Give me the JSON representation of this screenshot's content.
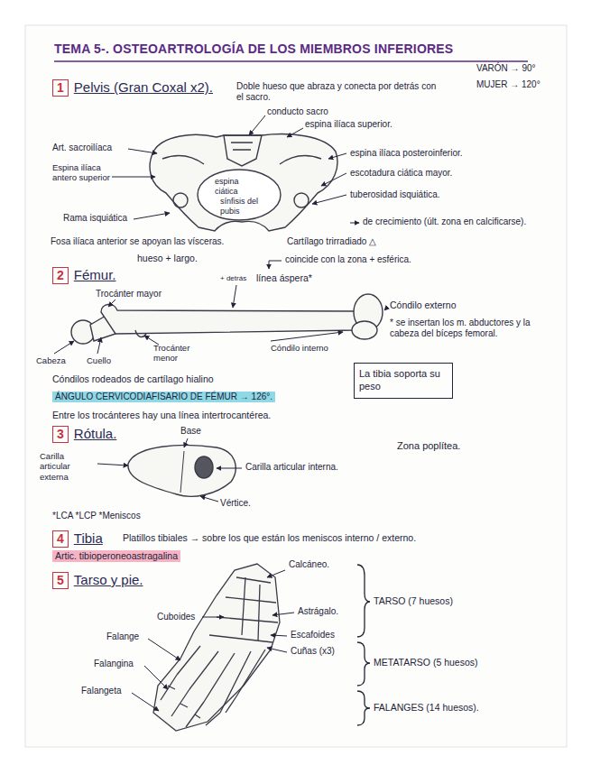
{
  "diagram": {
    "title": "TEMA 5-. OSTEOARTROLOGÍA DE LOS MIEMBROS INFERIORES",
    "nodes": [
      {
        "text": [
          "1",
          "Pelvis (Gran Coxal x2)."
        ]
      },
      {
        "text": [
          "2",
          "Fémur."
        ]
      },
      {
        "text": [
          "3",
          "Rótula."
        ]
      },
      {
        "text": [
          "4",
          "Tibia"
        ]
      },
      {
        "text": [
          "5",
          "Tarso y pie."
        ]
      },
      {
        "text": [
          "La tibia soporta su peso"
        ]
      }
    ],
    "labels": [
      "VARÓN → 90°",
      "MUJER → 120°",
      "Doble hueso que abraza y conecta por detrás con el sacro.",
      "conducto sacro",
      "espina ilíaca superior.",
      "Art. sacroilíaca",
      "Espina ilíaca antero superior",
      "espina ciática",
      "sínfisis del pubis",
      "Rama isquiática",
      "espina ilíaca posteroinferior.",
      "escotadura ciática mayor.",
      "tuberosidad isquiática.",
      "de crecimiento (últ. zona en calcificarse).",
      "Cartílago trirradiado △",
      "Fosa ilíaca anterior se apoyan las vísceras.",
      "hueso + largo.",
      "coincide con la zona + esférica.",
      "+ detrás",
      "línea áspera*",
      "Trocánter mayor",
      "Cóndilo externo",
      "* se insertan los m. abductores y la cabeza del bíceps femoral.",
      "Cabeza",
      "Cuello",
      "Trocánter menor",
      "Cóndilo interno",
      "Cóndilos rodeados de cartílago hialino",
      "ÁNGULO CERVICODIAFISARIO DE FÉMUR → 126°.",
      "Entre los trocánteres hay una línea intertrocantérea.",
      "Base",
      "Zona poplítea.",
      "Carilla articular externa",
      "Carilla articular interna.",
      "Vértice.",
      "*LCA *LCP *Meniscos",
      "Platillos tibiales → sobre los que están los meniscos interno / externo.",
      "Artic. tibioperoneoastragalina",
      "Calcáneo.",
      "Astrágalo.",
      "Escafoides",
      "Cuñas (x3)",
      "Cuboides",
      "Falange",
      "Falangina",
      "Falangeta",
      "TARSO (7 huesos)",
      "METATARSO (5 huesos)",
      "FALANGES (14 huesos)."
    ]
  }
}
